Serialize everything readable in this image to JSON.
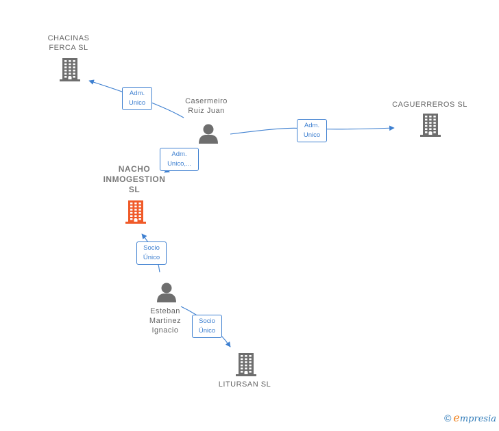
{
  "nodes": {
    "chacinas": {
      "label": "CHACINAS\nFERCA SL",
      "kind": "company",
      "icon": "building-icon"
    },
    "casermeiro": {
      "label": "Casermeiro\nRuiz Juan",
      "kind": "person",
      "icon": "person-icon"
    },
    "caguerreros": {
      "label": "CAGUERREROS SL",
      "kind": "company",
      "icon": "building-icon"
    },
    "nacho": {
      "label": "NACHO\nINMOGESTION\nSL",
      "kind": "company",
      "icon": "building-icon",
      "highlight": true
    },
    "esteban": {
      "label": "Esteban\nMartinez\nIgnacio",
      "kind": "person",
      "icon": "person-icon"
    },
    "litursan": {
      "label": "LITURSAN SL",
      "kind": "company",
      "icon": "building-icon"
    }
  },
  "edges": [
    {
      "id": "e1",
      "from": "casermeiro",
      "to": "chacinas",
      "label": "Adm.\nUnico"
    },
    {
      "id": "e2",
      "from": "casermeiro",
      "to": "caguerreros",
      "label": "Adm.\nUnico"
    },
    {
      "id": "e3",
      "from": "casermeiro",
      "to": "nacho",
      "label": "Adm.\nUnico,..."
    },
    {
      "id": "e4",
      "from": "esteban",
      "to": "nacho",
      "label": "Socio\nÚnico"
    },
    {
      "id": "e5",
      "from": "esteban",
      "to": "litursan",
      "label": "Socio\nÚnico"
    }
  ],
  "colors": {
    "edge": "#3d7fd0",
    "icon": "#6e6e6e",
    "highlight": "#f05a28",
    "label": "#666666"
  },
  "watermark": {
    "symbol": "©",
    "first": "e",
    "rest": "mpresia"
  }
}
